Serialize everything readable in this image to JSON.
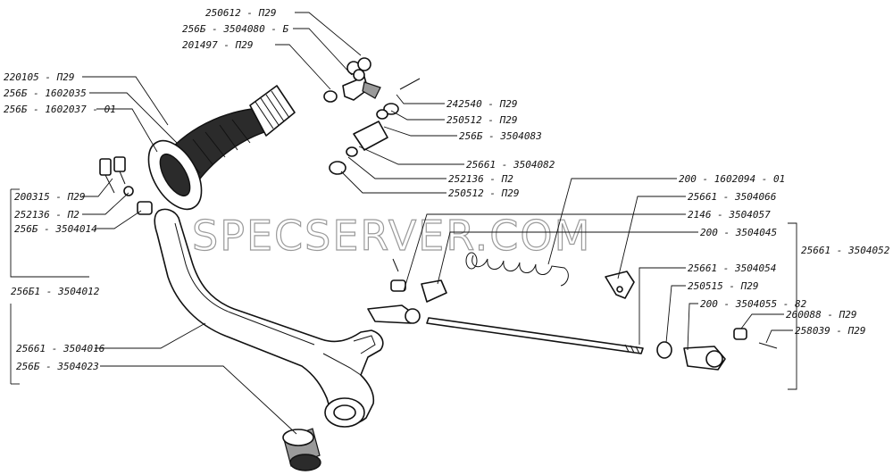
{
  "watermark": "SPECSERVER.COM",
  "callouts": {
    "c250612": "250612 - П29",
    "c2566_3504080_b": "256Б - 3504080 - Б",
    "c201497": "201497 - П29",
    "c220105": "220105 - П29",
    "c2566_1602035": "256Б - 1602035",
    "c2566_1602037_01": "256Б - 1602037 - 01",
    "c242540": "242540 - П29",
    "c250512_a": "250512 - П29",
    "c2566_3504083": "256Б - 3504083",
    "c25661_3504082": "25661 - 3504082",
    "c252136_right": "252136 - П2",
    "c250512_b": "250512 - П29",
    "c200315": "200315 - П29",
    "c252136_left": "252136 - П2",
    "c2566_3504014": "256Б - 3504014",
    "c256b1_3504012": "256Б1 - 3504012",
    "c200_1602094_01": "200 - 1602094 - 01",
    "c25661_3504066": "25661 - 3504066",
    "c2146_3504057": "2146 - 3504057",
    "c200_3504045": "200 - 3504045",
    "c25661_3504052": "25661 - 3504052",
    "c25661_3504054": "25661 - 3504054",
    "c250515": "250515 - П29",
    "c200_3504055_82": "200 - 3504055 - 82",
    "c260088": "260088 - П29",
    "c258039": "258039 - П29",
    "c25661_3504016": "25661 - 3504016",
    "c2566_3504023": "256Б - 3504023"
  }
}
